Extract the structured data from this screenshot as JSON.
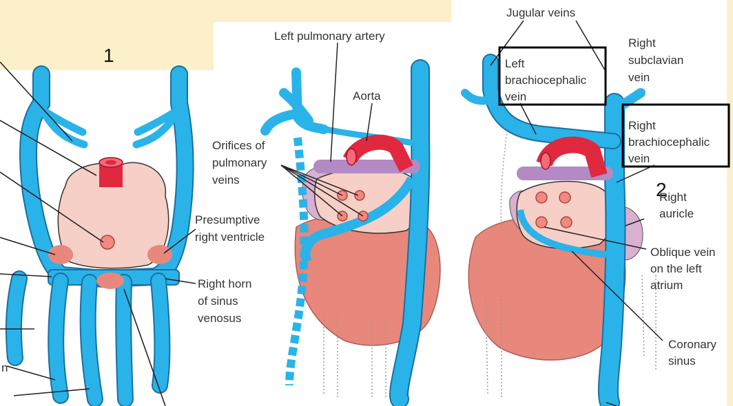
{
  "panel_numbers": {
    "one": "1",
    "two": "2"
  },
  "panel1": {
    "presumptive_rv": [
      "Presumptive",
      "right ventricle"
    ],
    "right_horn": [
      "Right horn",
      "of sinus",
      "venosus"
    ],
    "edge_fragment": "n"
  },
  "panel2": {
    "left_pulmonary_artery": "Left pulmonary artery",
    "aorta": "Aorta",
    "orifices": [
      "Orifices of",
      "pulmonary",
      "veins"
    ]
  },
  "panel3": {
    "jugular_veins": "Jugular veins",
    "right_subclavian": [
      "Right",
      "subclavian",
      "vein"
    ],
    "left_brachiocephalic": [
      "Left",
      "brachiocephalic",
      "vein"
    ],
    "right_brachiocephalic": [
      "Right",
      "brachiocephalic",
      "vein"
    ],
    "right_auricle": [
      "Right",
      "auricle"
    ],
    "oblique_vein": [
      "Oblique vein",
      "on the left",
      "atrium"
    ],
    "coronary_sinus": [
      "Coronary",
      "sinus"
    ]
  },
  "colors": {
    "background": "#fbf0c9",
    "vein_blue": "#2ab3e8",
    "vein_outline": "#1a6fa0",
    "atrium_pink": "#f6cfc6",
    "ventricle_red": "#e8877c",
    "aorta_red": "#e0283f",
    "pulmonary_purple": "#b48ac4",
    "auricle_lilac": "#d9b0d0"
  }
}
